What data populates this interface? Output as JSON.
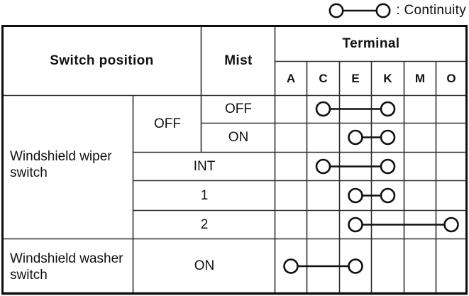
{
  "legend": {
    "label": ": Continuity"
  },
  "table": {
    "headers": {
      "switch_position": "Switch position",
      "mist": "Mist",
      "terminal": "Terminal"
    },
    "terminals": [
      "A",
      "C",
      "E",
      "K",
      "M",
      "O"
    ],
    "groups": [
      {
        "label": "Windshield wiper switch",
        "rows": [
          {
            "position": "OFF",
            "mist": "OFF",
            "continuity": [
              "C",
              "K"
            ]
          },
          {
            "position": "OFF",
            "mist": "ON",
            "continuity": [
              "E",
              "K"
            ]
          },
          {
            "position": "INT",
            "continuity": [
              "C",
              "K"
            ]
          },
          {
            "position": "1",
            "continuity": [
              "E",
              "K"
            ]
          },
          {
            "position": "2",
            "continuity": [
              "E",
              "O"
            ]
          }
        ]
      },
      {
        "label": "Windshield washer switch",
        "rows": [
          {
            "position": "ON",
            "continuity": [
              "A",
              "E"
            ]
          }
        ]
      }
    ]
  }
}
